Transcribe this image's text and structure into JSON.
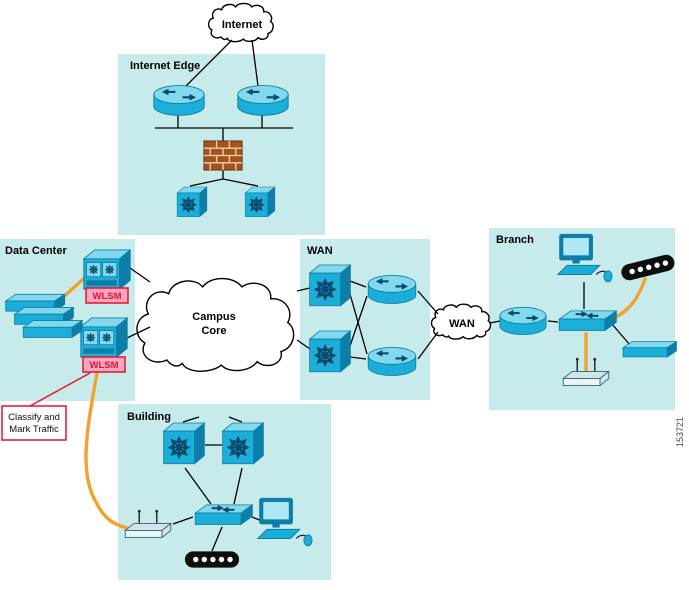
{
  "figure": {
    "number": "153721"
  },
  "regions": {
    "internet_edge": {
      "label": "Internet Edge"
    },
    "data_center": {
      "label": "Data Center"
    },
    "wan": {
      "label": "WAN"
    },
    "branch": {
      "label": "Branch"
    },
    "building": {
      "label": "Building"
    }
  },
  "clouds": {
    "internet": {
      "label": "Internet"
    },
    "campus_core": {
      "line1": "Campus",
      "line2": "Core"
    },
    "wan": {
      "label": "WAN"
    }
  },
  "modules": {
    "wlsm_top": {
      "label": "WLSM"
    },
    "wlsm_bottom": {
      "label": "WLSM"
    }
  },
  "callout": {
    "line1": "Classify and",
    "line2": "Mark Traffic"
  },
  "colors": {
    "region_bg": "#c7eaea",
    "device_main": "#1aaed8",
    "device_light": "#82d8ec",
    "device_dark": "#0d7ea8",
    "detail_dark": "#0a4a6e",
    "orange_link": "#f0a22c",
    "red": "#e8112d",
    "wlsm_bg": "#f7a6c1",
    "firewall_brick": "#a6521f",
    "firewall_mortar": "#ecd2a8",
    "black_device": "#0d0d0d",
    "screen_light": "#aee8f5"
  },
  "icons": {
    "router-icon": "cylinder-with-arrows",
    "multilayer-switch-icon": "cube-with-8-point-star",
    "chassis-switch-icon": "box-with-two-star-modules",
    "workgroup-switch-icon": "flat-slab-with-arrows",
    "server-stack-icon": "three-stacked-slabs",
    "server-icon": "flat-slab",
    "firewall-icon": "brick-wall",
    "pc-icon": "monitor-keyboard-mouse",
    "access-point-icon": "box-with-antennas",
    "csu-dsu-icon": "black-box-with-white-dots",
    "cloud-icon": "bumpy-cloud-outline"
  }
}
